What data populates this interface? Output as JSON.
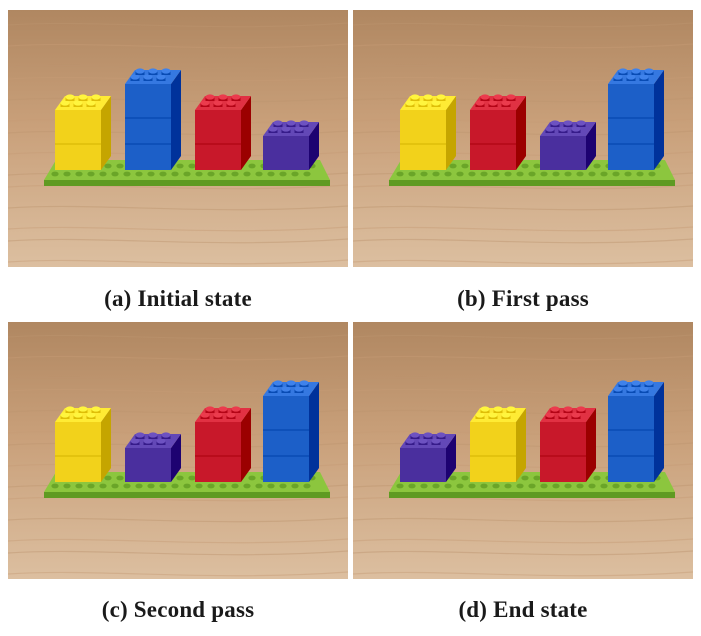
{
  "panels": [
    {
      "caption": "(a) Initial state",
      "bricks": [
        {
          "color": "yellow",
          "height": 2
        },
        {
          "color": "blue",
          "height": 3
        },
        {
          "color": "red",
          "height": 2
        },
        {
          "color": "purple",
          "height": 1
        }
      ]
    },
    {
      "caption": "(b) First pass",
      "bricks": [
        {
          "color": "yellow",
          "height": 2
        },
        {
          "color": "red",
          "height": 2
        },
        {
          "color": "purple",
          "height": 1
        },
        {
          "color": "blue",
          "height": 3
        }
      ]
    },
    {
      "caption": "(c) Second pass",
      "bricks": [
        {
          "color": "yellow",
          "height": 2
        },
        {
          "color": "purple",
          "height": 1
        },
        {
          "color": "red",
          "height": 2
        },
        {
          "color": "blue",
          "height": 3
        }
      ]
    },
    {
      "caption": "(d) End state",
      "bricks": [
        {
          "color": "purple",
          "height": 1
        },
        {
          "color": "yellow",
          "height": 2
        },
        {
          "color": "red",
          "height": 2
        },
        {
          "color": "blue",
          "height": 3
        }
      ]
    }
  ],
  "colors": {
    "table": "#c9a07a",
    "table_light": "#dcbfa0",
    "baseplate": "#8cc63e",
    "baseplate_dark": "#5f9a22",
    "yellow": "#f2d21b",
    "blue": "#1c5fc8",
    "red": "#c8182a",
    "purple": "#4a2f9e"
  }
}
